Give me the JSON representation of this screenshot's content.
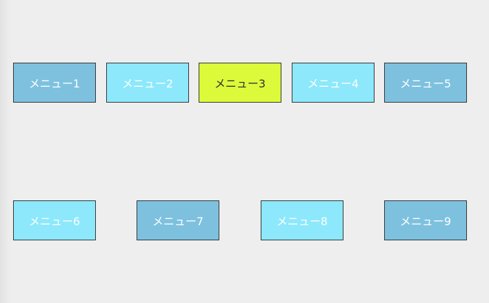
{
  "colors": {
    "background": "#eeeeee",
    "menu_dark": "#7ec1df",
    "menu_light": "#8de8fb",
    "menu_active": "#ddfa3a",
    "menu_border": "#333333",
    "text_light": "#ffffff",
    "text_active": "#333333"
  },
  "menus": [
    {
      "label": "メニュー1",
      "style": "dark"
    },
    {
      "label": "メニュー2",
      "style": "light"
    },
    {
      "label": "メニュー3",
      "style": "active"
    },
    {
      "label": "メニュー4",
      "style": "light"
    },
    {
      "label": "メニュー5",
      "style": "dark"
    },
    {
      "label": "メニュー6",
      "style": "light"
    },
    {
      "label": "メニュー7",
      "style": "dark"
    },
    {
      "label": "メニュー8",
      "style": "light"
    },
    {
      "label": "メニュー9",
      "style": "dark"
    }
  ]
}
